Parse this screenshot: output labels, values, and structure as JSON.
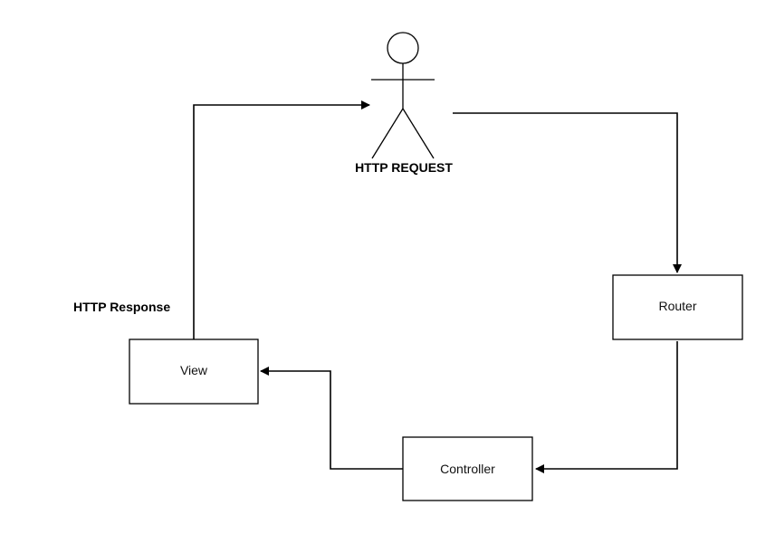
{
  "actor": {
    "label": "HTTP REQUEST",
    "icon": "stick-figure-icon"
  },
  "nodes": {
    "router": "Router",
    "controller": "Controller",
    "view": "View"
  },
  "edges": [
    {
      "from": "actor",
      "to": "router"
    },
    {
      "from": "router",
      "to": "controller"
    },
    {
      "from": "controller",
      "to": "view"
    },
    {
      "from": "view",
      "to": "actor",
      "label": "HTTP Response"
    }
  ],
  "labels": {
    "response": "HTTP Response"
  },
  "colors": {
    "stroke": "#000000",
    "background": "#ffffff"
  }
}
